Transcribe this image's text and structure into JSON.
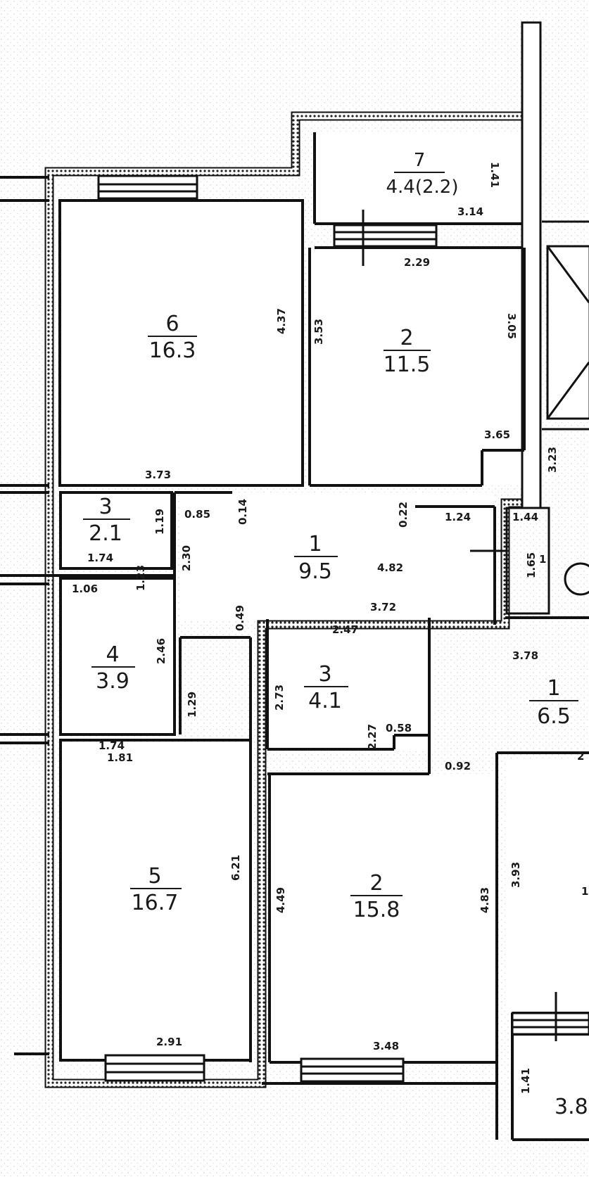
{
  "colors": {
    "wall": "#111111",
    "wall_hatch": "#555555",
    "line": "#1a1a1a",
    "paper_dots": "#c9c9c9",
    "background": "#ffffff"
  },
  "rooms": [
    {
      "id": "r7",
      "number": "7",
      "area": "4.4(2.2)"
    },
    {
      "id": "r6",
      "number": "6",
      "area": "16.3"
    },
    {
      "id": "r2a",
      "number": "2",
      "area": "11.5"
    },
    {
      "id": "r3a",
      "number": "3",
      "area": "2.1"
    },
    {
      "id": "r1a",
      "number": "1",
      "area": "9.5"
    },
    {
      "id": "r4",
      "number": "4",
      "area": "3.9"
    },
    {
      "id": "r3b",
      "number": "3",
      "area": "4.1"
    },
    {
      "id": "r1b",
      "number": "1",
      "area": "6.5"
    },
    {
      "id": "r5",
      "number": "5",
      "area": "16.7"
    },
    {
      "id": "r2b",
      "number": "2",
      "area": "15.8"
    },
    {
      "id": "rx",
      "number": "",
      "area": "3.8"
    }
  ],
  "dimensions": {
    "d_141": "1.41",
    "d_314": "3.14",
    "d_229": "2.29",
    "d_437": "4.37",
    "d_353": "3.53",
    "d_305": "3.05",
    "d_365": "3.65",
    "d_373": "3.73",
    "d_323": "3.23",
    "d_085": "0.85",
    "d_014": "0.14",
    "d_022": "0.22",
    "d_124": "1.24",
    "d_144": "1.44",
    "d_119": "1.19",
    "d_174a": "1.74",
    "d_230": "2.30",
    "d_482": "4.82",
    "d_165": "1.65",
    "d_123": "1.23",
    "d_106": "1.06",
    "d_372": "3.72",
    "d_049": "0.49",
    "d_247": "2.47",
    "d_378": "3.78",
    "d_246": "2.46",
    "d_273": "2.73",
    "d_129": "1.29",
    "d_227": "2.27",
    "d_058": "0.58",
    "d_174b": "1.74",
    "d_181": "1.81",
    "d_092": "0.92",
    "d_2x": "2",
    "d_621": "6.21",
    "d_449": "4.49",
    "d_483": "4.83",
    "d_393": "3.93",
    "d_291": "2.91",
    "d_348": "3.48",
    "d_141b": "1.41",
    "d_1": "1",
    "d_1x": "1"
  }
}
